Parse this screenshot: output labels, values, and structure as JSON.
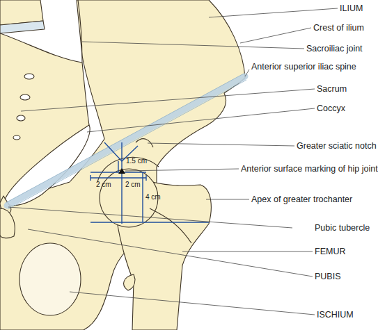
{
  "diagram": {
    "labels": [
      "ILIUM",
      "Crest of ilium",
      "Sacroiliac joint",
      "Anterior superior iliac spine",
      "Sacrum",
      "Coccyx",
      "Greater sciatic notch",
      "1.5 cm",
      "Anterior surface marking of hip joint",
      "2 cm",
      "2 cm",
      "4 cm",
      "Apex of greater trochanter",
      "Pubic tubercle",
      "FEMUR",
      "PUBIS",
      "ISCHIUM"
    ]
  }
}
